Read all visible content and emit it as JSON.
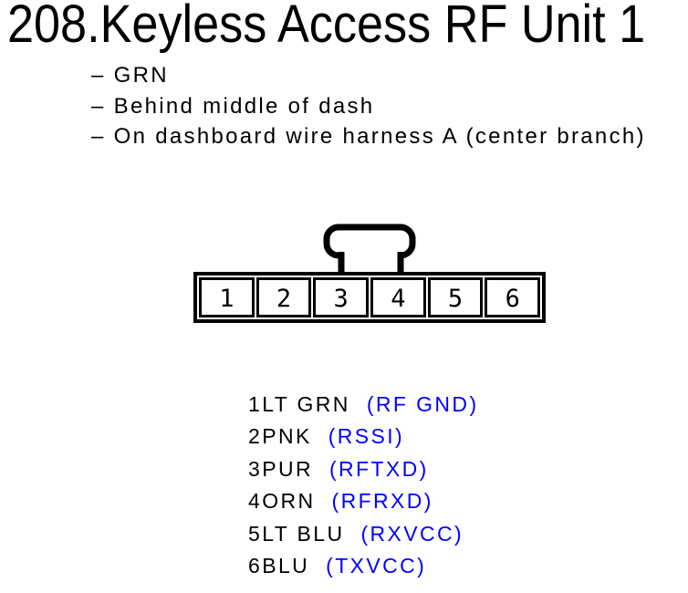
{
  "title": "208.Keyless Access RF Unit 1",
  "notes": {
    "bullet": "–",
    "items": [
      "GRN",
      "Behind middle of dash",
      "On dashboard wire harness A (center branch)"
    ]
  },
  "connector": {
    "pins": [
      "1",
      "2",
      "3",
      "4",
      "5",
      "6"
    ]
  },
  "pinout": {
    "rows": [
      {
        "pin": "1",
        "wire": "LT GRN",
        "signal": "(RF GND)"
      },
      {
        "pin": "2",
        "wire": "PNK",
        "signal": "(RSSI)"
      },
      {
        "pin": "3",
        "wire": "PUR",
        "signal": "(RFTXD)"
      },
      {
        "pin": "4",
        "wire": "ORN",
        "signal": "(RFRXD)"
      },
      {
        "pin": "5",
        "wire": "LT BLU",
        "signal": "(RXVCC)"
      },
      {
        "pin": "6",
        "wire": "BLU",
        "signal": "(TXVCC)"
      }
    ]
  },
  "colors": {
    "ink": "#000000",
    "signal_text": "#0000FF",
    "background": "#FFFFFF"
  }
}
